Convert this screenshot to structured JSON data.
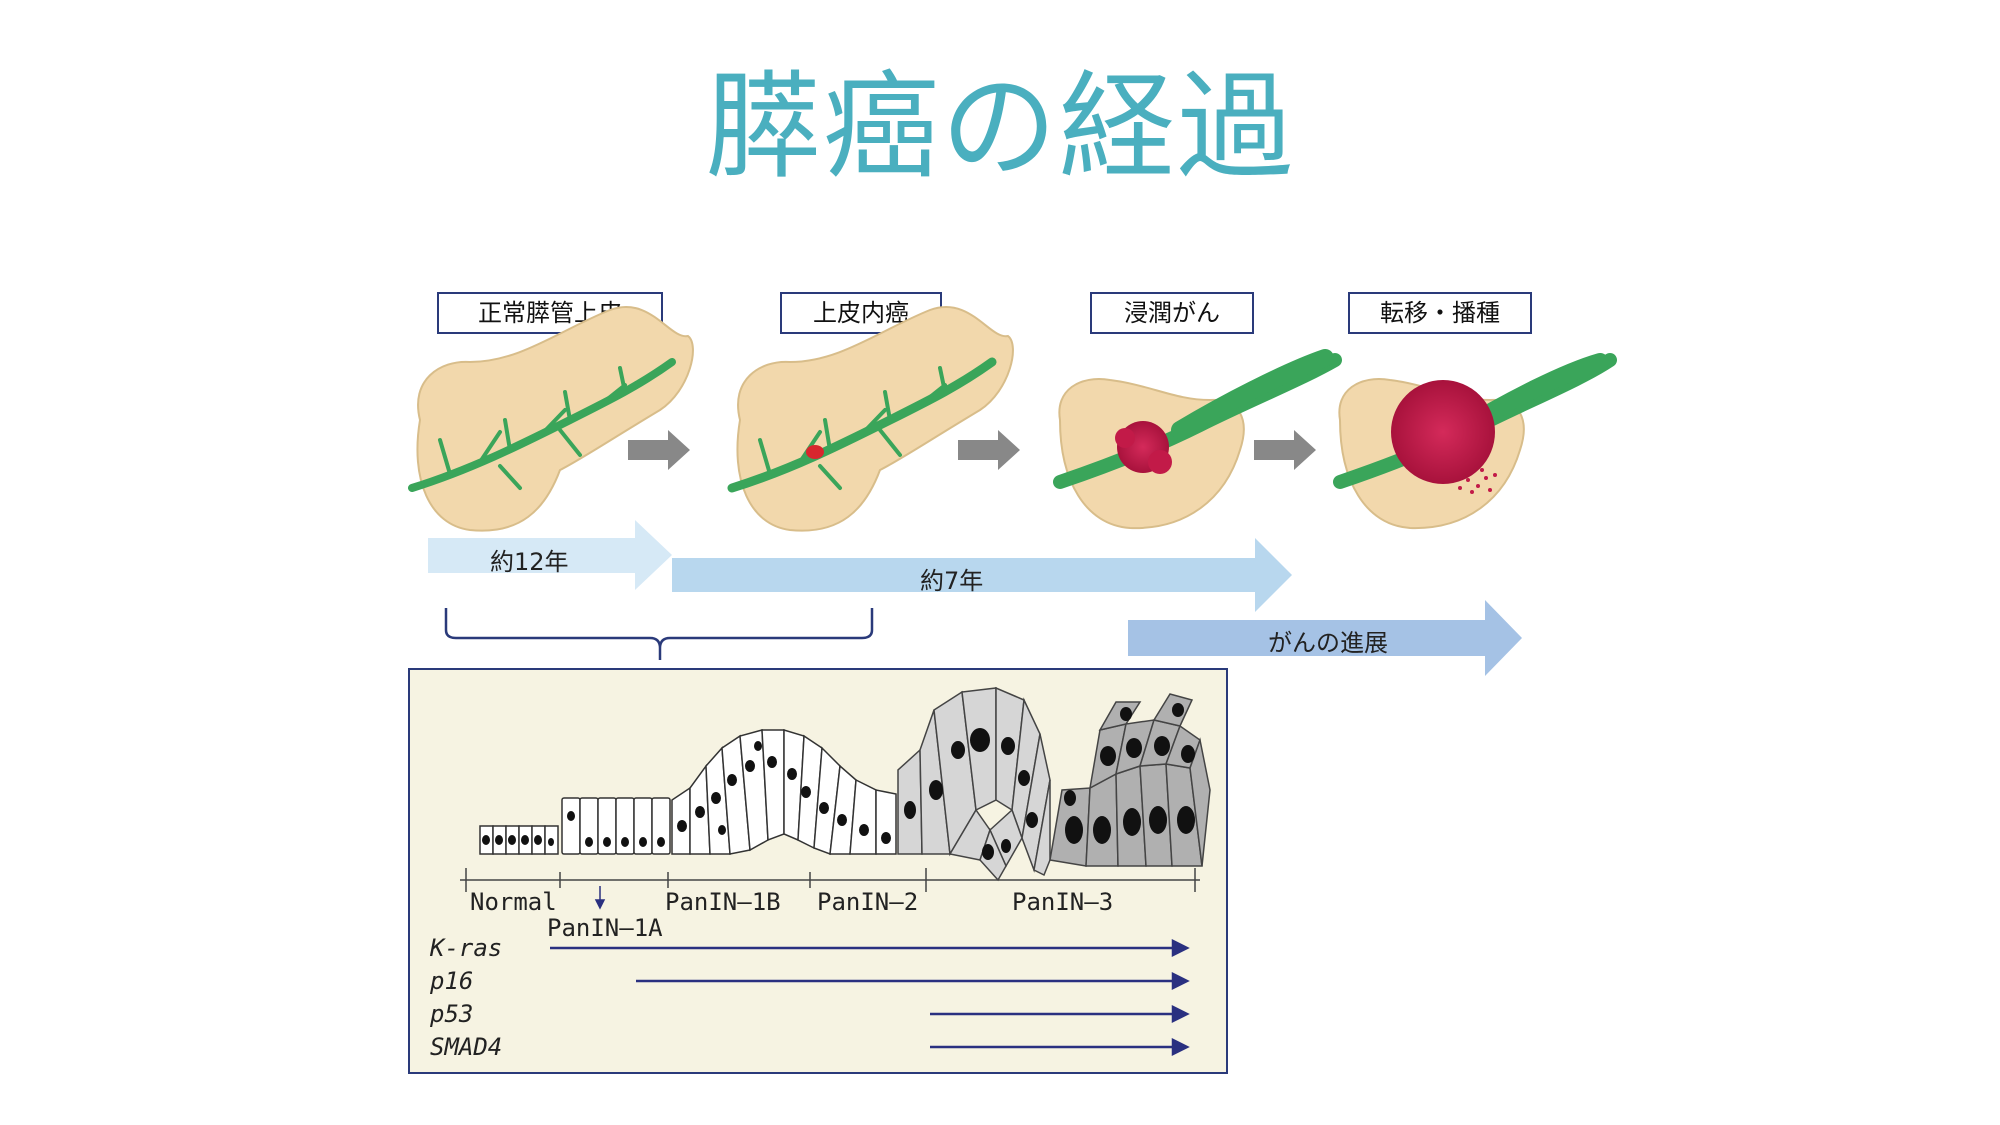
{
  "title": "膵癌の経過",
  "stages": [
    {
      "label": "正常膵管上皮"
    },
    {
      "label": "上皮内癌"
    },
    {
      "label": "浸潤がん"
    },
    {
      "label": "転移・播種"
    }
  ],
  "periods": [
    {
      "label": "約12年"
    },
    {
      "label": "約7年"
    },
    {
      "label": "がんの進展"
    }
  ],
  "panin": {
    "stages": [
      "Normal",
      "PanIN–1A",
      "PanIN–1B",
      "PanIN–2",
      "PanIN–3"
    ],
    "genes": [
      "K-ras",
      "p16",
      "p53",
      "SMAD4"
    ]
  },
  "colors": {
    "title": "#4aafbf",
    "pancreas": "#f2d8ac",
    "duct": "#3aa55a",
    "tumor": "#c21a48",
    "arrow_light": "#d6e9f6",
    "arrow_mid": "#b8d7ee",
    "arrow_dark": "#a5c2e5",
    "gene_arrow": "#2a3080"
  }
}
